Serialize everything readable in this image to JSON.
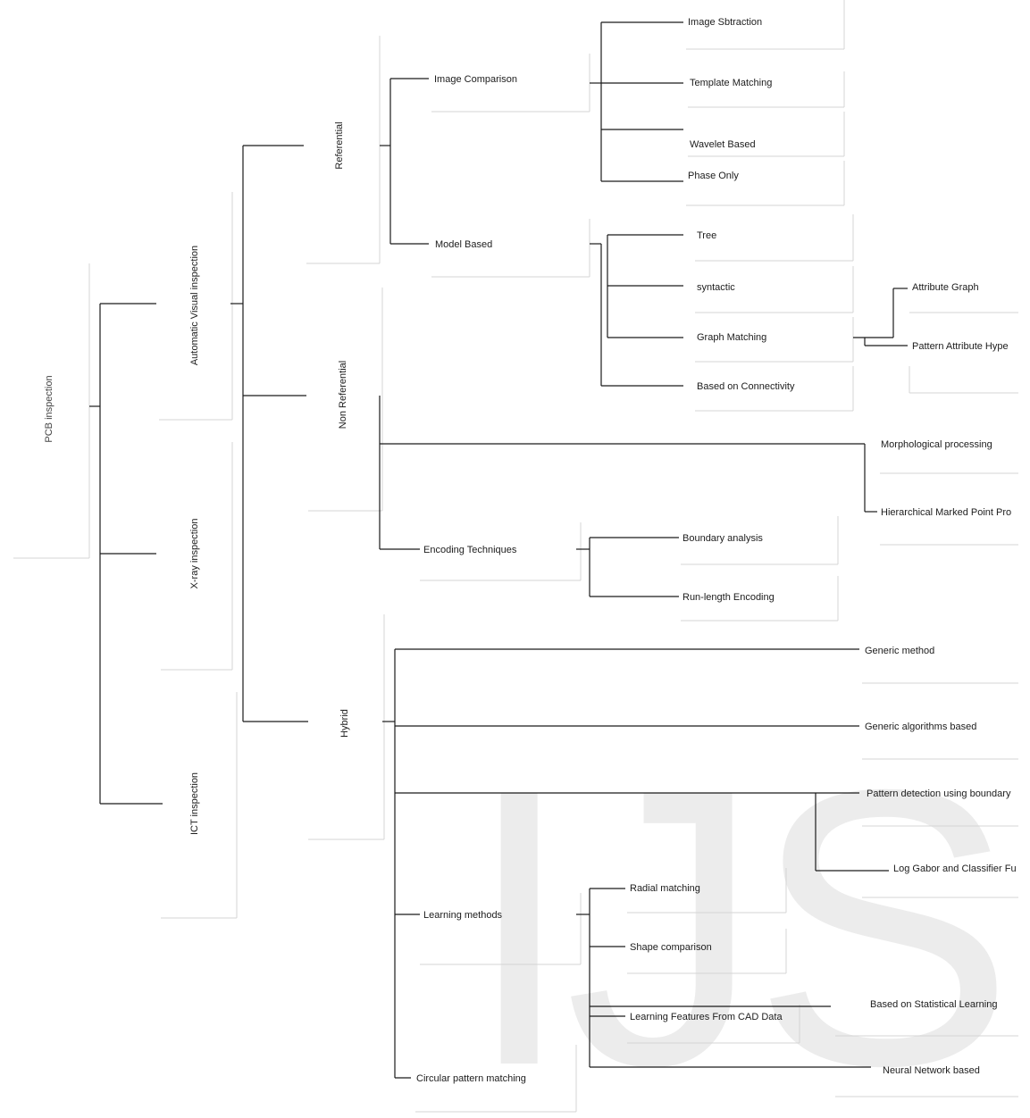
{
  "watermark": "IJS",
  "colors": {
    "line": "#1a1a1a",
    "box": "#d4d4d4",
    "watermark": "#ececec"
  },
  "root": "PCB inspection",
  "level1": {
    "avi": "Automatic Visual inspection",
    "xray": "X-ray inspection",
    "ict": "ICT inspection"
  },
  "level2": {
    "referential": "Referential",
    "non_referential": "Non Referential",
    "hybrid": "Hybrid"
  },
  "referential": {
    "image_comparison": "Image Comparison",
    "model_based": "Model Based",
    "ic_items": [
      "Image Sbtraction",
      "Template Matching",
      "Wavelet Based",
      "Phase Only"
    ],
    "mb_items": [
      "Tree",
      "syntactic",
      "Graph Matching",
      "Based on Connectivity"
    ],
    "graph_items": [
      "Attribute Graph",
      "Pattern Attribute Hype"
    ]
  },
  "non_referential": {
    "morph": "Morphological processing",
    "hier": "Hierarchical Marked Point Pro",
    "encoding": "Encoding Techniques",
    "enc_items": [
      "Boundary analysis",
      "Run-length Encoding"
    ]
  },
  "hybrid": {
    "generic_method": "Generic method",
    "genetic": "Generic algorithms based",
    "pattern_boundary": "Pattern detection using boundary",
    "log_gabor": "Log Gabor and Classifier Fu",
    "learning": "Learning methods",
    "learning_items": [
      "Radial matching",
      "Shape comparison",
      "Learning Features From CAD Data"
    ],
    "statistical": "Based on Statistical Learning",
    "neural": "Neural Network based",
    "circular": "Circular pattern matching"
  }
}
